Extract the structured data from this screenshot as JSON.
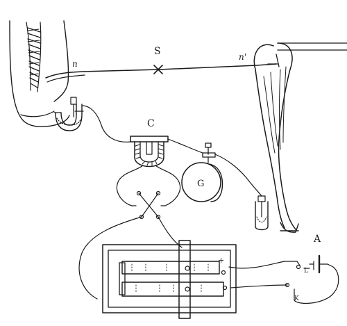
{
  "labels": {
    "nerve_start": "n",
    "stimulus_point": "S",
    "nerve_end": "n'",
    "commutator": "C",
    "galvanometer": "G",
    "battery": "A",
    "key_l": "L",
    "key_k": "K",
    "plus_sign": "+"
  }
}
